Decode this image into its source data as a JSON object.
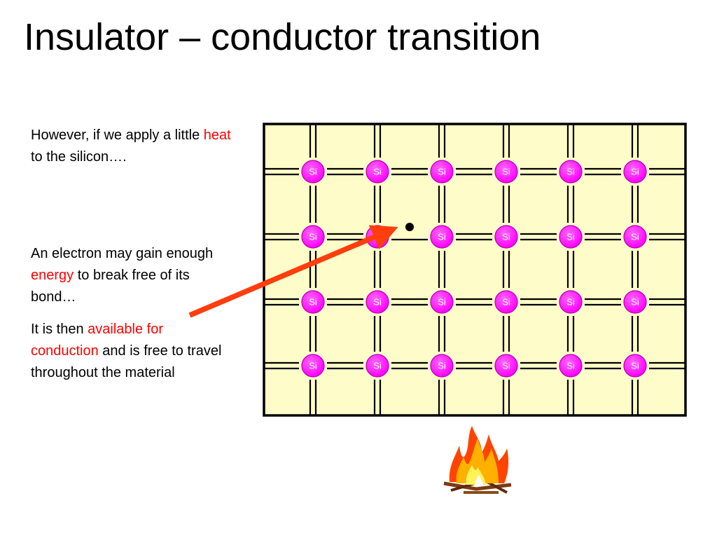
{
  "slide": {
    "title": "Insulator – conductor transition"
  },
  "paragraphs": {
    "p1": {
      "before": "However, if we apply a little ",
      "highlight": "heat",
      "after": " to the silicon…."
    },
    "p2": {
      "before": "An electron may gain enough ",
      "highlight": "energy",
      "after": " to break free of its bond…"
    },
    "p3": {
      "before": "It is then ",
      "highlight": "available for conduction",
      "after": " and is free to travel throughout the material"
    }
  },
  "lattice": {
    "atom_label": "Si",
    "rows": 4,
    "columns": 6,
    "broken_bond": {
      "row": 2,
      "column": 2
    }
  },
  "colors": {
    "highlight_text": "#ff0000",
    "lattice_background": "#fefcc8",
    "atom_fill": "#ff00ff",
    "arrow": "#ff3d0d"
  },
  "icons": {
    "heat_source": "campfire-icon",
    "electron": "free-electron-dot"
  }
}
